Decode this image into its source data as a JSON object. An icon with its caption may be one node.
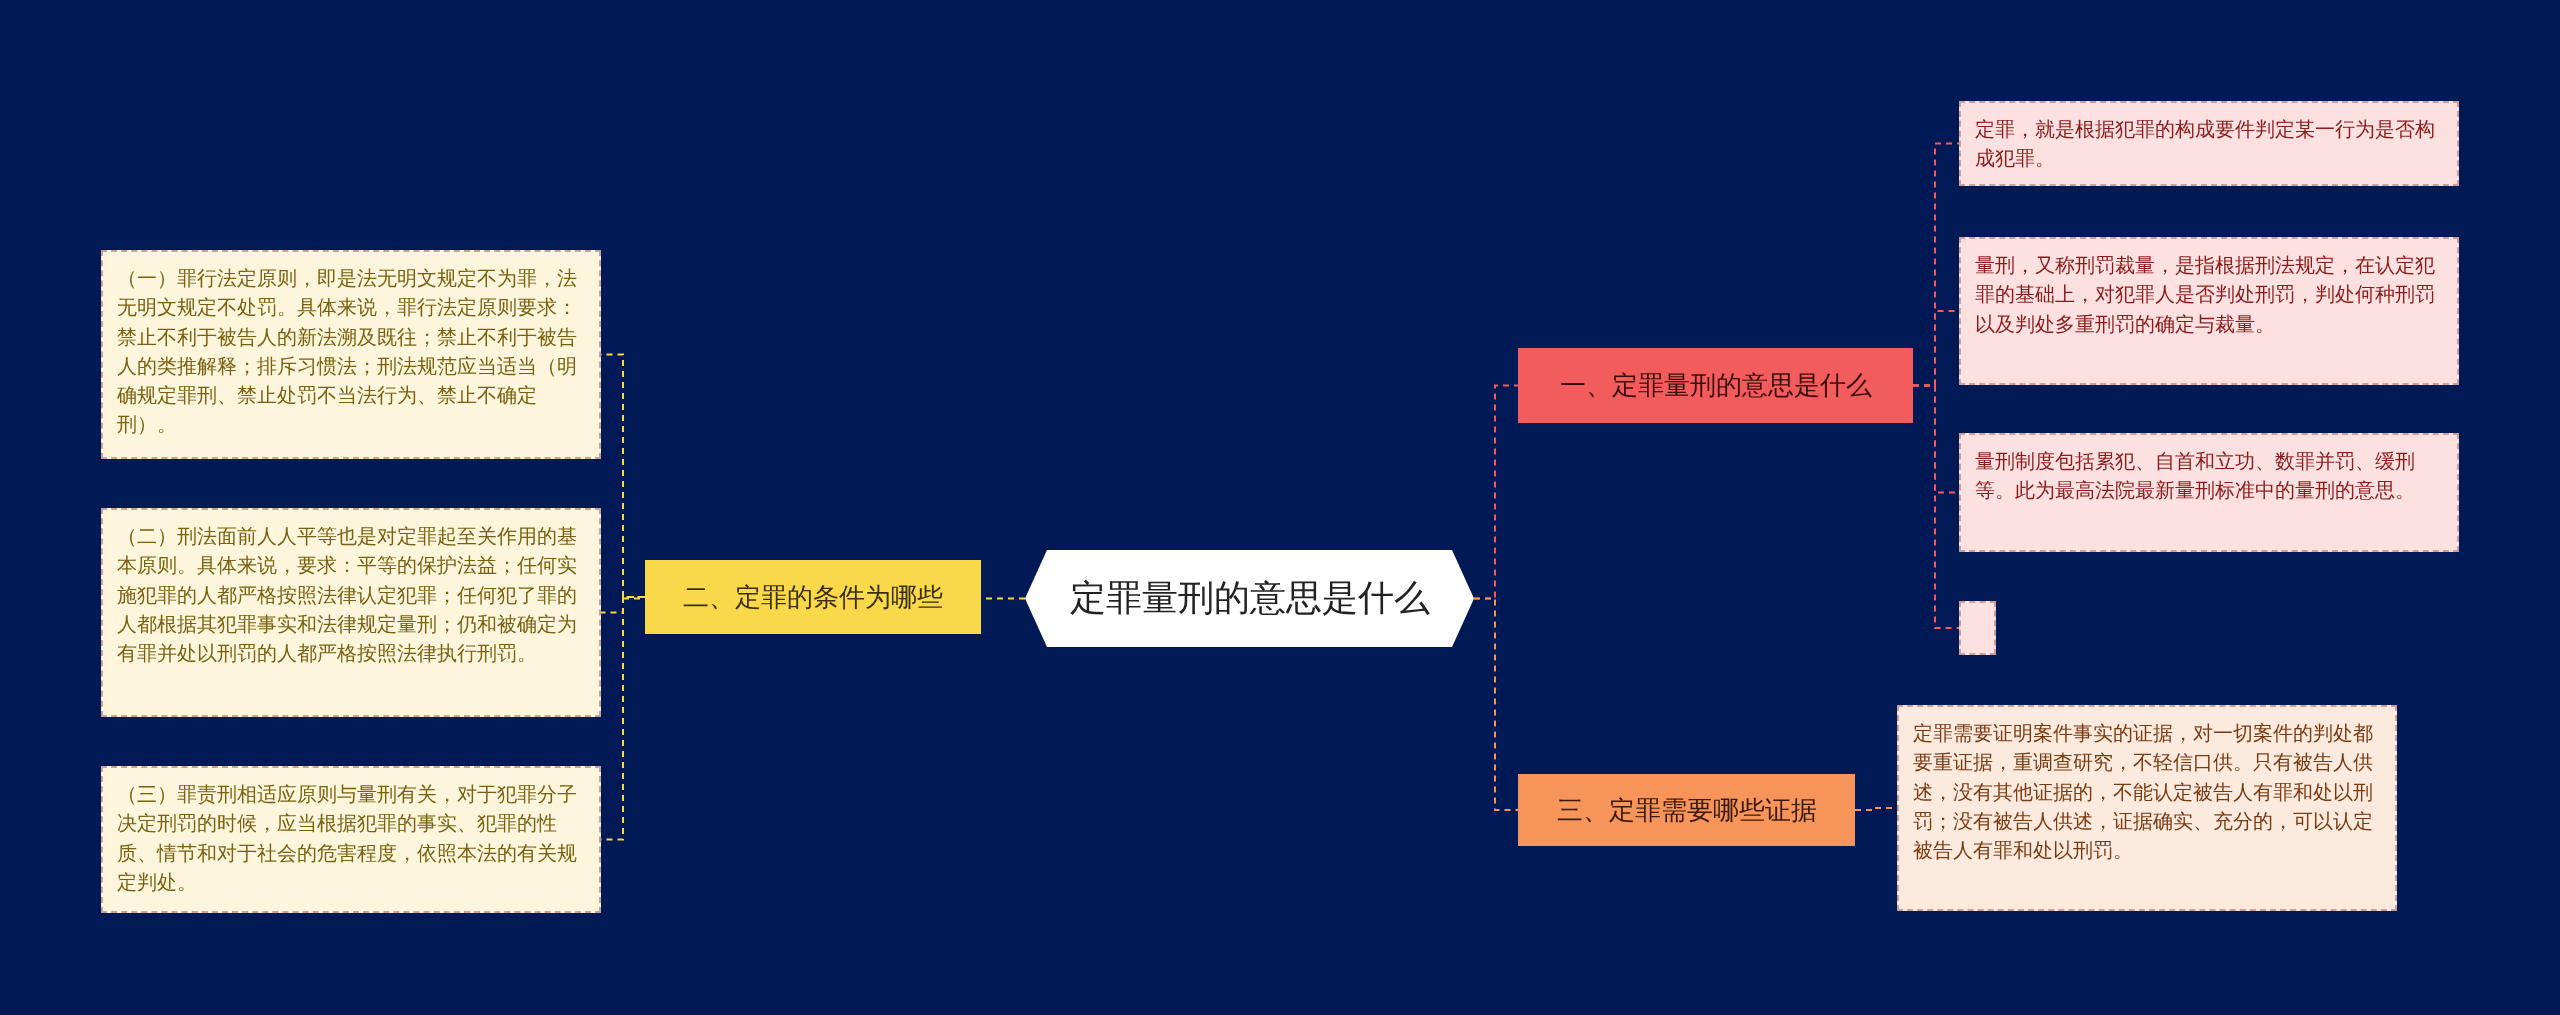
{
  "diagram": {
    "nodes": [
      {
        "text": [
          "定罪量刑的意思是什么"
        ]
      },
      {
        "text": [
          "一、定罪量刑的意思是什么"
        ]
      },
      {
        "text": [
          "定罪，就是根据犯罪的构成要件判定某一行为是否构成犯罪。"
        ]
      },
      {
        "text": [
          "量刑，又称刑罚裁量，是指根据刑法规定，在认定犯罪的基础上，对犯罪人是否判处刑罚，判处何种刑罚以及判处多重刑罚的确定与裁量。"
        ]
      },
      {
        "text": [
          "量刑制度包括累犯、自首和立功、数罪并罚、缓刑等。此为最高法院最新量刑标准中的量刑的意思。"
        ]
      },
      {
        "text": [],
        "shape": "box"
      },
      {
        "text": [
          "三、定罪需要哪些证据"
        ]
      },
      {
        "text": [
          "定罪需要证明案件事实的证据，对一切案件的判处都要重证据，重调查研究，不轻信口供。只有被告人供述，没有其他证据的，不能认定被告人有罪和处以刑罚；没有被告人供述，证据确实、充分的，可以认定被告人有罪和处以刑罚。"
        ]
      },
      {
        "text": [
          "二、定罪的条件为哪些"
        ]
      },
      {
        "text": [
          "（一）罪行法定原则，即是法无明文规定不为罪，法无明文规定不处罚。具体来说，罪行法定原则要求：禁止不利于被告人的新法溯及既往；禁止不利于被告人的类推解释；排斥习惯法；刑法规范应当适当（明确规定罪刑、禁止处罚不当法行为、禁止不确定刑）。"
        ]
      },
      {
        "text": [
          "（二）刑法面前人人平等也是对定罪起至关作用的基本原则。具体来说，要求：平等的保护法益；任何实施犯罪的人都严格按照法律认定犯罪；任何犯了罪的人都根据其犯罪事实和法律规定量刑；仍和被确定为有罪并处以刑罚的人都严格按照法律执行刑罚。"
        ]
      },
      {
        "text": [
          "（三）罪责刑相适应原则与量刑有关，对于犯罪分子决定刑罚的时候，应当根据犯罪的事实、犯罪的性质、情节和对于社会的危害程度，依照本法的有关规定判处。"
        ]
      }
    ],
    "edges": [
      {
        "from": 0,
        "to": 1,
        "arrow": "none",
        "style": "dashed",
        "color": "#f25c5c"
      },
      {
        "from": 1,
        "to": 2,
        "arrow": "none",
        "style": "dashed",
        "color": "#f25c5c"
      },
      {
        "from": 1,
        "to": 3,
        "arrow": "none",
        "style": "dashed",
        "color": "#f25c5c"
      },
      {
        "from": 1,
        "to": 4,
        "arrow": "none",
        "style": "dashed",
        "color": "#f25c5c"
      },
      {
        "from": 1,
        "to": 5,
        "arrow": "none",
        "style": "dashed",
        "color": "#f25c5c"
      },
      {
        "from": 0,
        "to": 6,
        "arrow": "none",
        "style": "dashed",
        "color": "#f6945a"
      },
      {
        "from": 6,
        "to": 7,
        "arrow": "none",
        "style": "dashed",
        "color": "#f6945a"
      },
      {
        "from": 0,
        "to": 8,
        "arrow": "none",
        "style": "dashed",
        "color": "#f9d84a"
      },
      {
        "from": 8,
        "to": 9,
        "arrow": "none",
        "style": "dashed",
        "color": "#f9d84a"
      },
      {
        "from": 8,
        "to": 10,
        "arrow": "none",
        "style": "dashed",
        "color": "#f9d84a"
      },
      {
        "from": 8,
        "to": 11,
        "arrow": "none",
        "style": "dashed",
        "color": "#f9d84a"
      }
    ]
  }
}
